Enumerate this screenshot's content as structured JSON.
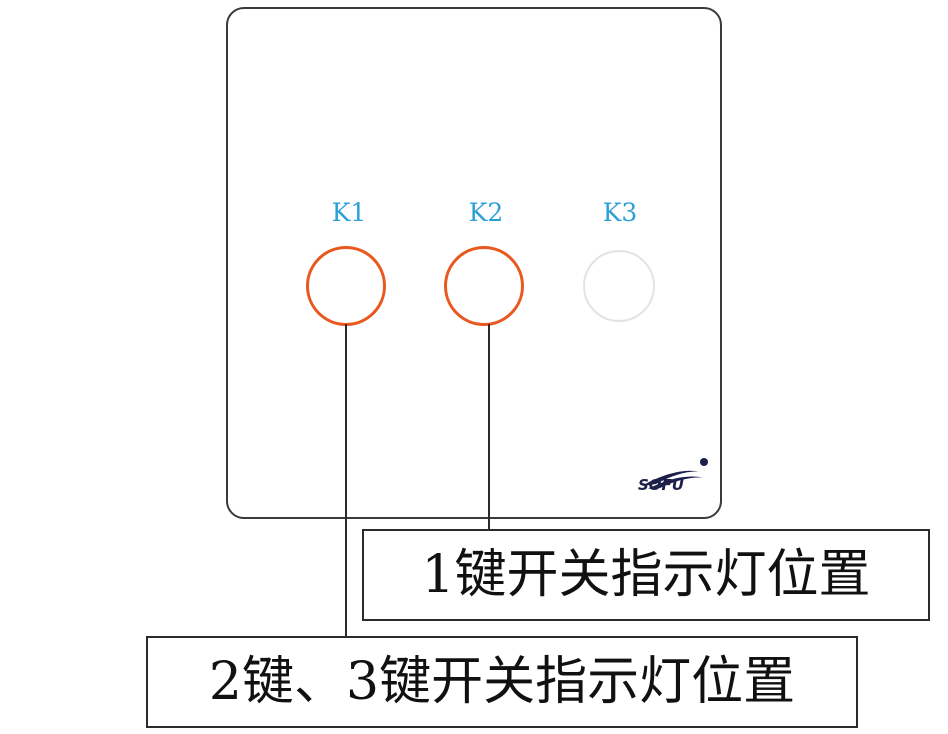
{
  "panel": {
    "keys": [
      {
        "label": "K1",
        "indicator": "on"
      },
      {
        "label": "K2",
        "indicator": "on"
      },
      {
        "label": "K3",
        "indicator": "off"
      }
    ],
    "logo_text": "SOFU"
  },
  "callouts": {
    "key1": "1键开关指示灯位置",
    "key23": "2键、3键开关指示灯位置"
  },
  "colors": {
    "label_blue": "#2aa0d8",
    "indicator_orange": "#e8581f",
    "indicator_off": "#e3e3e3",
    "outline": "#3a3a3a"
  },
  "icons": {
    "logo": "sofu-logo-icon"
  }
}
